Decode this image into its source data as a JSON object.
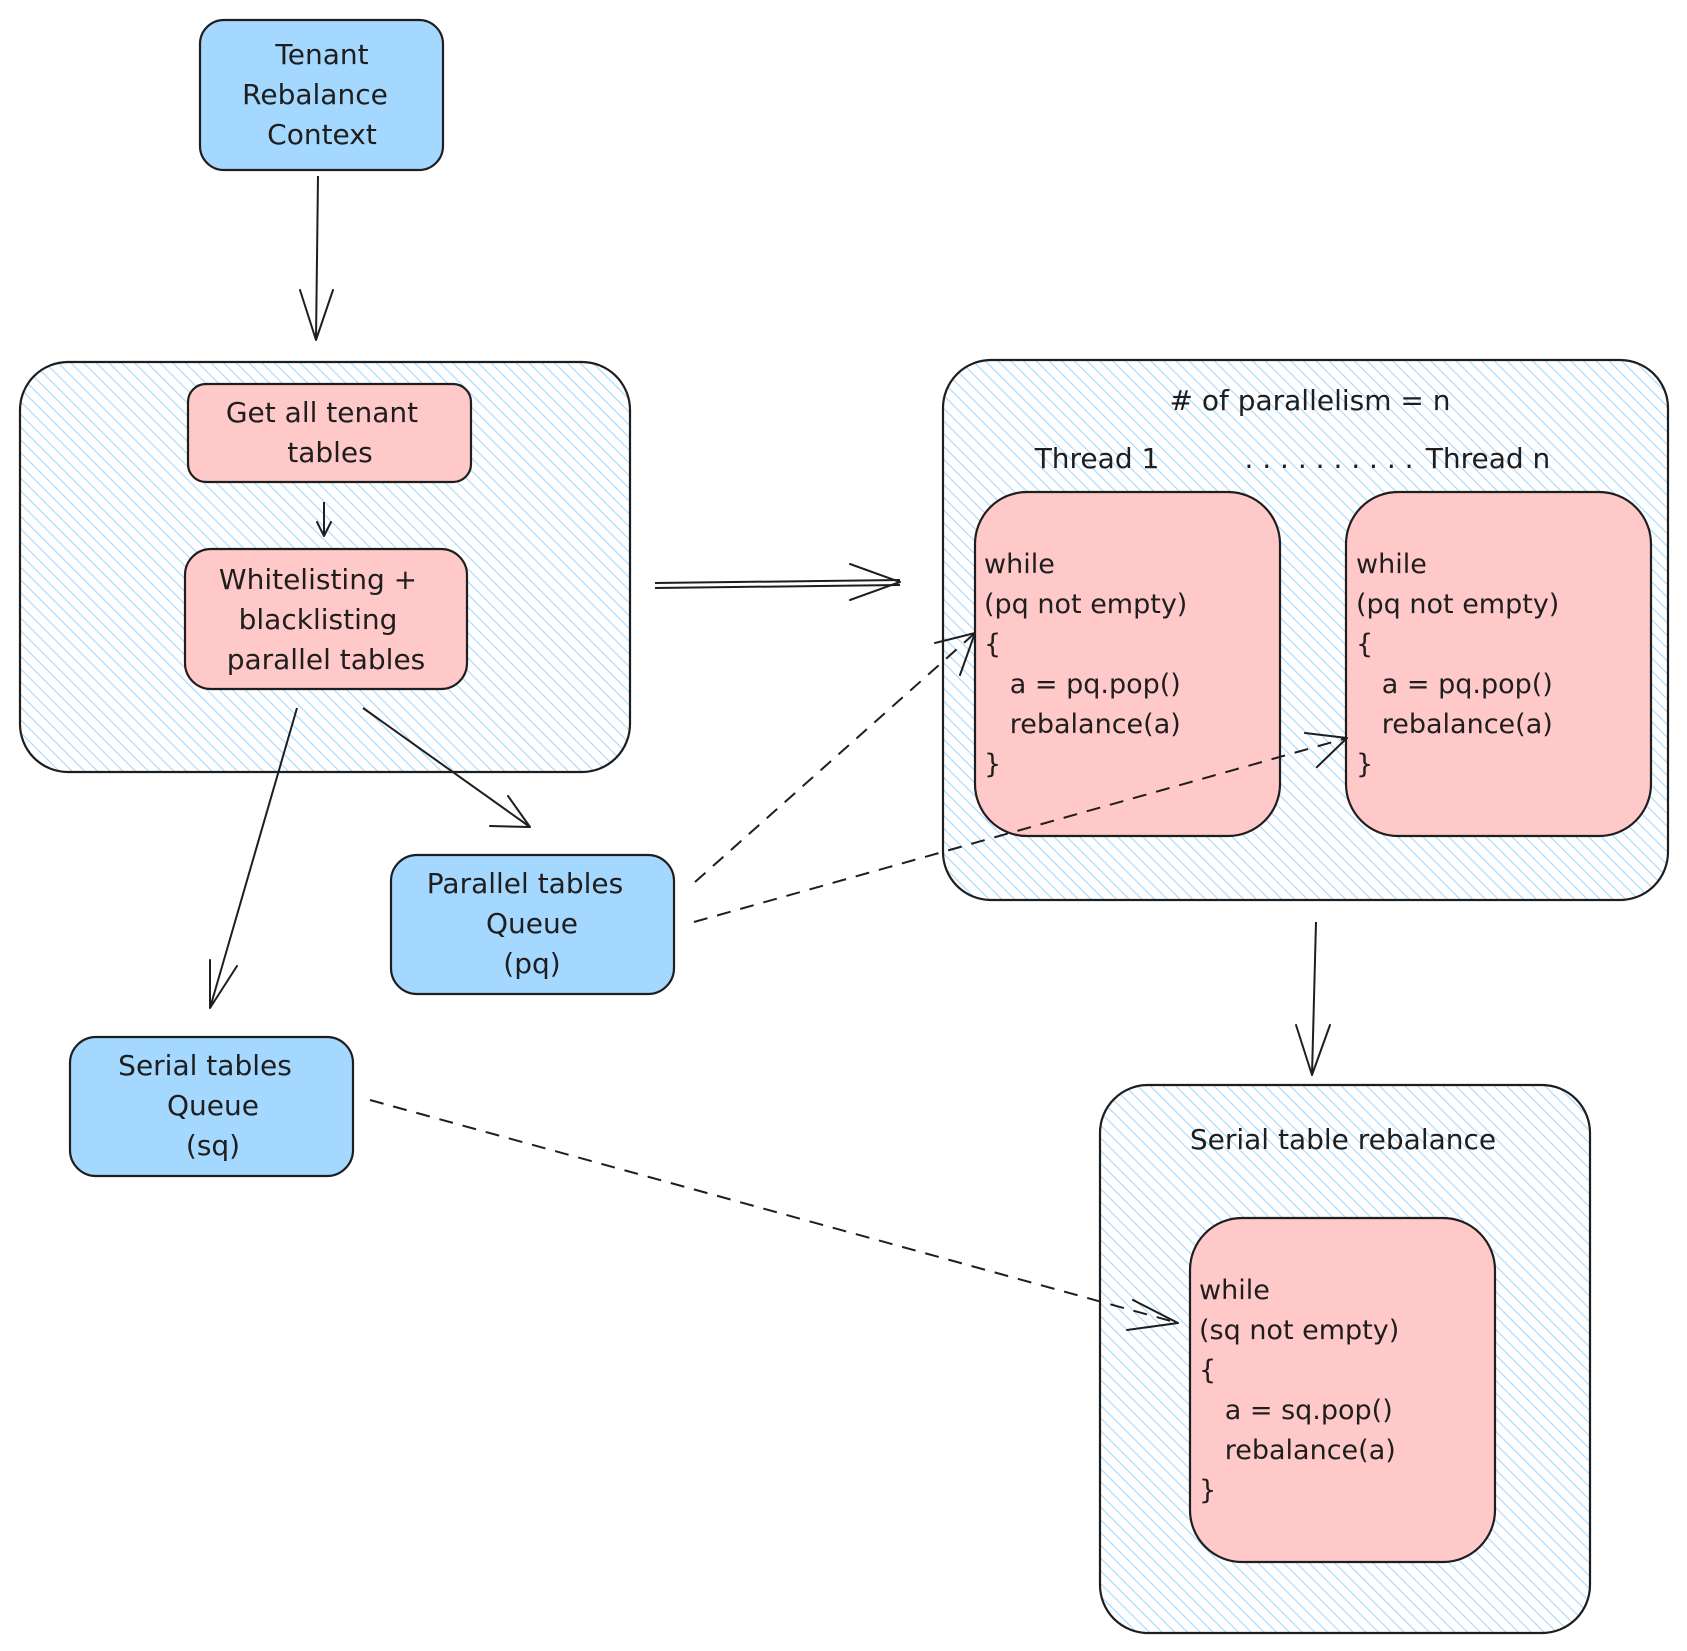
{
  "colors": {
    "blue": "#a5d8ff",
    "red": "#ffc9c9",
    "hatch": "#a5d8ff",
    "stroke": "#1e1e1e"
  },
  "nodes": {
    "context": {
      "lines": [
        "Tenant",
        "Rebalance",
        "Context"
      ]
    },
    "get_tables": {
      "lines": [
        "Get all tenant",
        "tables"
      ]
    },
    "whitelisting": {
      "lines": [
        "Whitelisting +",
        "blacklisting",
        "parallel tables"
      ]
    },
    "parallel_queue": {
      "lines": [
        "Parallel tables",
        "Queue",
        "(pq)"
      ]
    },
    "serial_queue": {
      "lines": [
        "Serial tables",
        "Queue",
        "(sq)"
      ]
    }
  },
  "parallel_group": {
    "title": "# of parallelism = n",
    "thread_first": "Thread 1",
    "thread_dots": ". . . . . . . . . .",
    "thread_last": "Thread n",
    "thread_1_code": [
      "while",
      "(pq not empty)",
      "{",
      "   a = pq.pop()",
      "   rebalance(a)",
      "}"
    ],
    "thread_n_code": [
      "while",
      "(pq not empty)",
      "{",
      "   a = pq.pop()",
      "   rebalance(a)",
      "}"
    ]
  },
  "serial_group": {
    "title": "Serial table rebalance",
    "code": [
      "while",
      "(sq not empty)",
      "{",
      "   a = sq.pop()",
      "   rebalance(a)",
      "}"
    ]
  }
}
